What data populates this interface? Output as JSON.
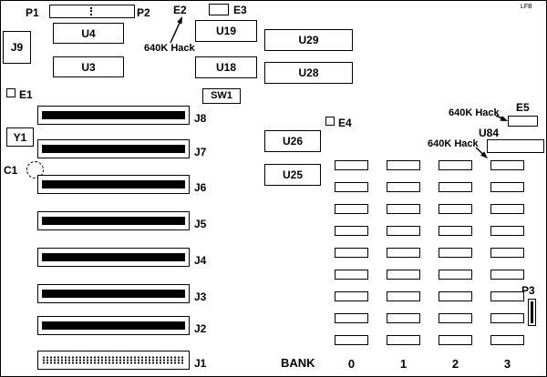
{
  "board": {
    "corner_text": "LFB",
    "p1": {
      "label": "P1"
    },
    "p2": {
      "label": "P2"
    },
    "p3": {
      "label": "P3"
    },
    "j9": {
      "label": "J9"
    },
    "e1": {
      "label": "E1"
    },
    "e2": {
      "label": "E2"
    },
    "e3": {
      "label": "E3"
    },
    "e4": {
      "label": "E4"
    },
    "e5": {
      "label": "E5"
    },
    "y1": {
      "label": "Y1"
    },
    "c1": {
      "label": "C1"
    },
    "sw1": {
      "label": "SW1"
    },
    "chips": {
      "u4": "U4",
      "u3": "U3",
      "u19": "U19",
      "u18": "U18",
      "u29": "U29",
      "u28": "U28",
      "u26": "U26",
      "u25": "U25",
      "u84": "U84"
    },
    "hack_top": "640K Hack",
    "hack_right_upper": "640K Hack",
    "hack_right_lower": "640K Hack",
    "slots": [
      {
        "label": "J8"
      },
      {
        "label": "J7"
      },
      {
        "label": "J6"
      },
      {
        "label": "J5"
      },
      {
        "label": "J4"
      },
      {
        "label": "J3"
      },
      {
        "label": "J2"
      },
      {
        "label": "J1"
      }
    ],
    "bank": {
      "label": "BANK",
      "columns": [
        "0",
        "1",
        "2",
        "3"
      ],
      "rows": 9
    }
  }
}
